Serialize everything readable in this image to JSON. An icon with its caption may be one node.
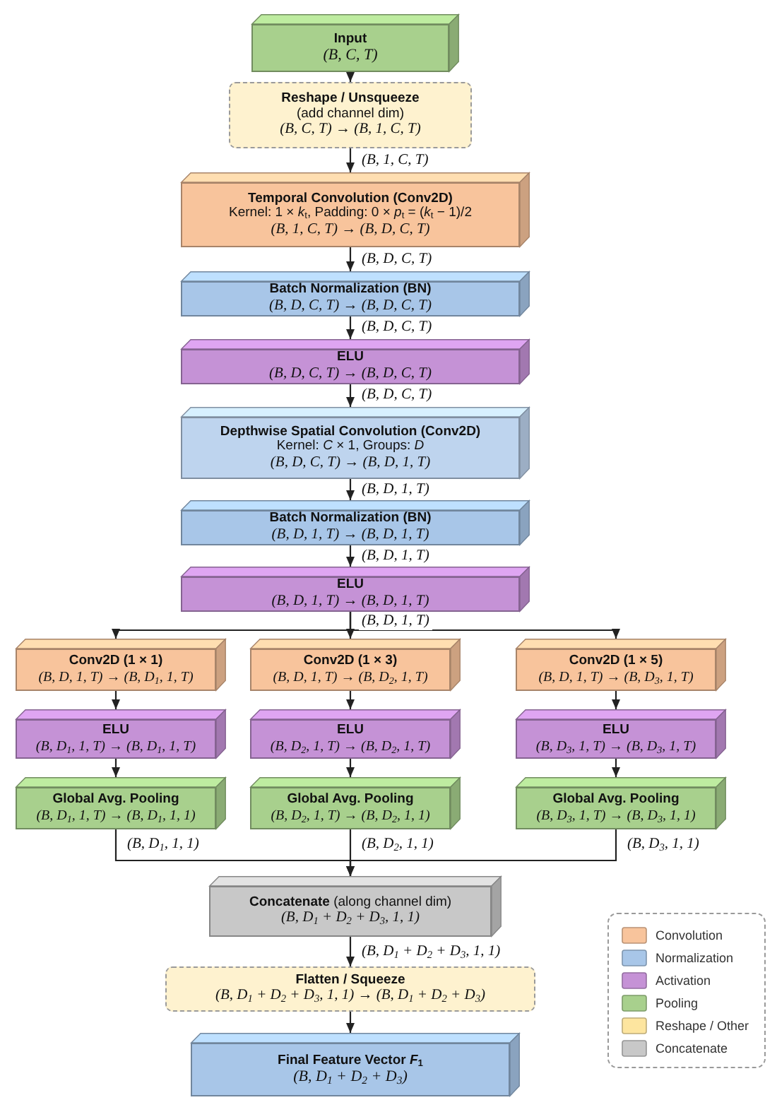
{
  "diagram": {
    "nodes": [
      {
        "text": [
          "Input",
          "(B, C, T)"
        ]
      },
      {
        "text": [
          "Reshape / Unsqueeze",
          "(add channel dim)",
          "(B, C, T) → (B, 1, C, T)"
        ]
      },
      {
        "text": [
          "Temporal Convolution (Conv2D)",
          "Kernel: 1 × *k*$_{t}$, Padding: 0 × *p*$_{t}$ = (*k*$_{t}$ − 1)/2",
          "(B, 1, C, T) → (B, D, C, T)"
        ]
      },
      {
        "text": [
          "Batch Normalization (BN)",
          "(B, D, C, T) → (B, D, C, T)"
        ]
      },
      {
        "text": [
          "ELU",
          "(B, D, C, T) → (B, D, C, T)"
        ]
      },
      {
        "text": [
          "Depthwise Spatial Convolution (Conv2D)",
          "Kernel: *C* × 1, Groups: *D*",
          "(B, D, C, T) → (B, D, 1, T)"
        ]
      },
      {
        "text": [
          "Batch Normalization (BN)",
          "(B, D, 1, T) → (B, D, 1, T)"
        ]
      },
      {
        "text": [
          "ELU",
          "(B, D, 1, T) → (B, D, 1, T)"
        ]
      },
      {
        "text": [
          "Conv2D (1 × 1)",
          "(B, D, 1, T) → (B, D$_{1}$, 1, T)"
        ]
      },
      {
        "text": [
          "Conv2D (1 × 3)",
          "(B, D, 1, T) → (B, D$_{2}$, 1, T)"
        ]
      },
      {
        "text": [
          "Conv2D (1 × 5)",
          "(B, D, 1, T) → (B, D$_{3}$, 1, T)"
        ]
      },
      {
        "text": [
          "ELU",
          "(B, D$_{1}$, 1, T) → (B, D$_{1}$, 1, T)"
        ]
      },
      {
        "text": [
          "ELU",
          "(B, D$_{2}$, 1, T) → (B, D$_{2}$, 1, T)"
        ]
      },
      {
        "text": [
          "ELU",
          "(B, D$_{3}$, 1, T) → (B, D$_{3}$, 1, T)"
        ]
      },
      {
        "text": [
          "Global Avg. Pooling",
          "(B, D$_{1}$, 1, T) → (B, D$_{1}$, 1, 1)"
        ]
      },
      {
        "text": [
          "Global Avg. Pooling",
          "(B, D$_{2}$, 1, T) → (B, D$_{2}$, 1, 1)"
        ]
      },
      {
        "text": [
          "Global Avg. Pooling",
          "(B, D$_{3}$, 1, T) → (B, D$_{3}$, 1, 1)"
        ]
      },
      {
        "text": [
          "**Concatenate** (along channel dim)",
          "(B, D$_{1}$ + D$_{2}$ + D$_{3}$, 1, 1)"
        ]
      },
      {
        "text": [
          "Flatten / Squeeze",
          "(B, D$_{1}$ + D$_{2}$ + D$_{3}$, 1, 1) → (B, D$_{1}$ + D$_{2}$ + D$_{3}$)"
        ]
      },
      {
        "text": [
          "Final Feature Vector *F*$_{1}$",
          "(B, D$_{1}$ + D$_{2}$ + D$_{3}$)"
        ]
      }
    ],
    "edges": [
      {
        "from": 0,
        "to": 1,
        "arrow": "to"
      },
      {
        "from": 1,
        "to": 2,
        "arrow": "to",
        "label": "(B, 1, C, T)"
      },
      {
        "from": 2,
        "to": 3,
        "arrow": "to",
        "label": "(B, D, C, T)"
      },
      {
        "from": 3,
        "to": 4,
        "arrow": "to",
        "label": "(B, D, C, T)"
      },
      {
        "from": 4,
        "to": 5,
        "arrow": "to",
        "label": "(B, D, C, T)"
      },
      {
        "from": 5,
        "to": 6,
        "arrow": "to",
        "label": "(B, D, 1, T)"
      },
      {
        "from": 6,
        "to": 7,
        "arrow": "to",
        "label": "(B, D, 1, T)"
      },
      {
        "from": 7,
        "to": 8,
        "arrow": "to"
      },
      {
        "from": 7,
        "to": 9,
        "arrow": "to",
        "label": "(B, D, 1, T)"
      },
      {
        "from": 7,
        "to": 10,
        "arrow": "to"
      },
      {
        "from": 8,
        "to": 11,
        "arrow": "to"
      },
      {
        "from": 9,
        "to": 12,
        "arrow": "to"
      },
      {
        "from": 10,
        "to": 13,
        "arrow": "to"
      },
      {
        "from": 11,
        "to": 14,
        "arrow": "to"
      },
      {
        "from": 12,
        "to": 15,
        "arrow": "to"
      },
      {
        "from": 13,
        "to": 16,
        "arrow": "to"
      },
      {
        "from": 14,
        "to": 17,
        "arrow": "to",
        "label": "(B, D$_{1}$, 1, 1)"
      },
      {
        "from": 15,
        "to": 17,
        "arrow": "to",
        "label": "(B, D$_{2}$, 1, 1)"
      },
      {
        "from": 16,
        "to": 17,
        "arrow": "to",
        "label": "(B, D$_{3}$, 1, 1)"
      },
      {
        "from": 17,
        "to": 18,
        "arrow": "to",
        "label": "(B, D$_{1}$ + D$_{2}$ + D$_{3}$, 1, 1)"
      },
      {
        "from": 18,
        "to": 19,
        "arrow": "to"
      }
    ],
    "legend": [
      {
        "text": "Convolution",
        "color": "#f8c49c"
      },
      {
        "text": "Normalization",
        "color": "#a8c6e8"
      },
      {
        "text": "Activation",
        "color": "#c592d6"
      },
      {
        "text": "Pooling",
        "color": "#a8d08d"
      },
      {
        "text": "Reshape / Other",
        "color": "#fde59f"
      },
      {
        "text": "Concatenate",
        "color": "#c8c8c8"
      }
    ]
  }
}
